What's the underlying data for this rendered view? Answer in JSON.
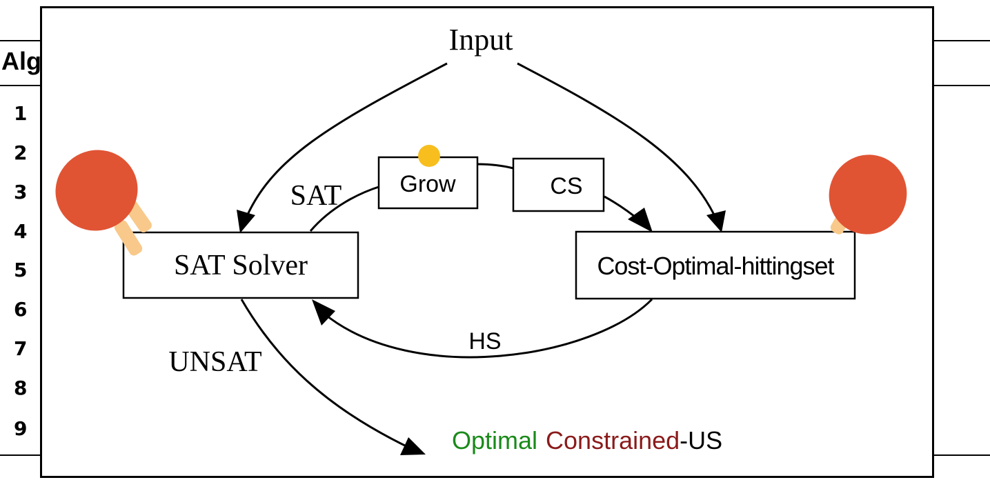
{
  "background": {
    "algorithm_heading": "Alg",
    "line_numbers": [
      "1",
      "2",
      "3",
      "4",
      "5",
      "6",
      "7",
      "8",
      "9"
    ]
  },
  "diagram": {
    "input_label": "Input",
    "sat_solver_label": "SAT Solver",
    "hitting_set_label": "Cost-Optimal-hittingset",
    "grow_label": "Grow",
    "cs_label": "CS",
    "sat_edge_label": "SAT",
    "hs_edge_label": "HS",
    "unsat_edge_label": "UNSAT",
    "output": {
      "optimal": "Optimal",
      "constrained": "Constrained",
      "us": "-US"
    }
  },
  "colors": {
    "paddle_red": "#e05434",
    "paddle_handle": "#f8c98a",
    "ball_yellow": "#f7be1e",
    "optimal_green": "#1a8a1a",
    "constrained_darkred": "#8b1a1a"
  },
  "icons": [
    "ping-pong-paddle-icon",
    "ping-pong-paddle-icon",
    "ping-pong-ball-icon"
  ]
}
